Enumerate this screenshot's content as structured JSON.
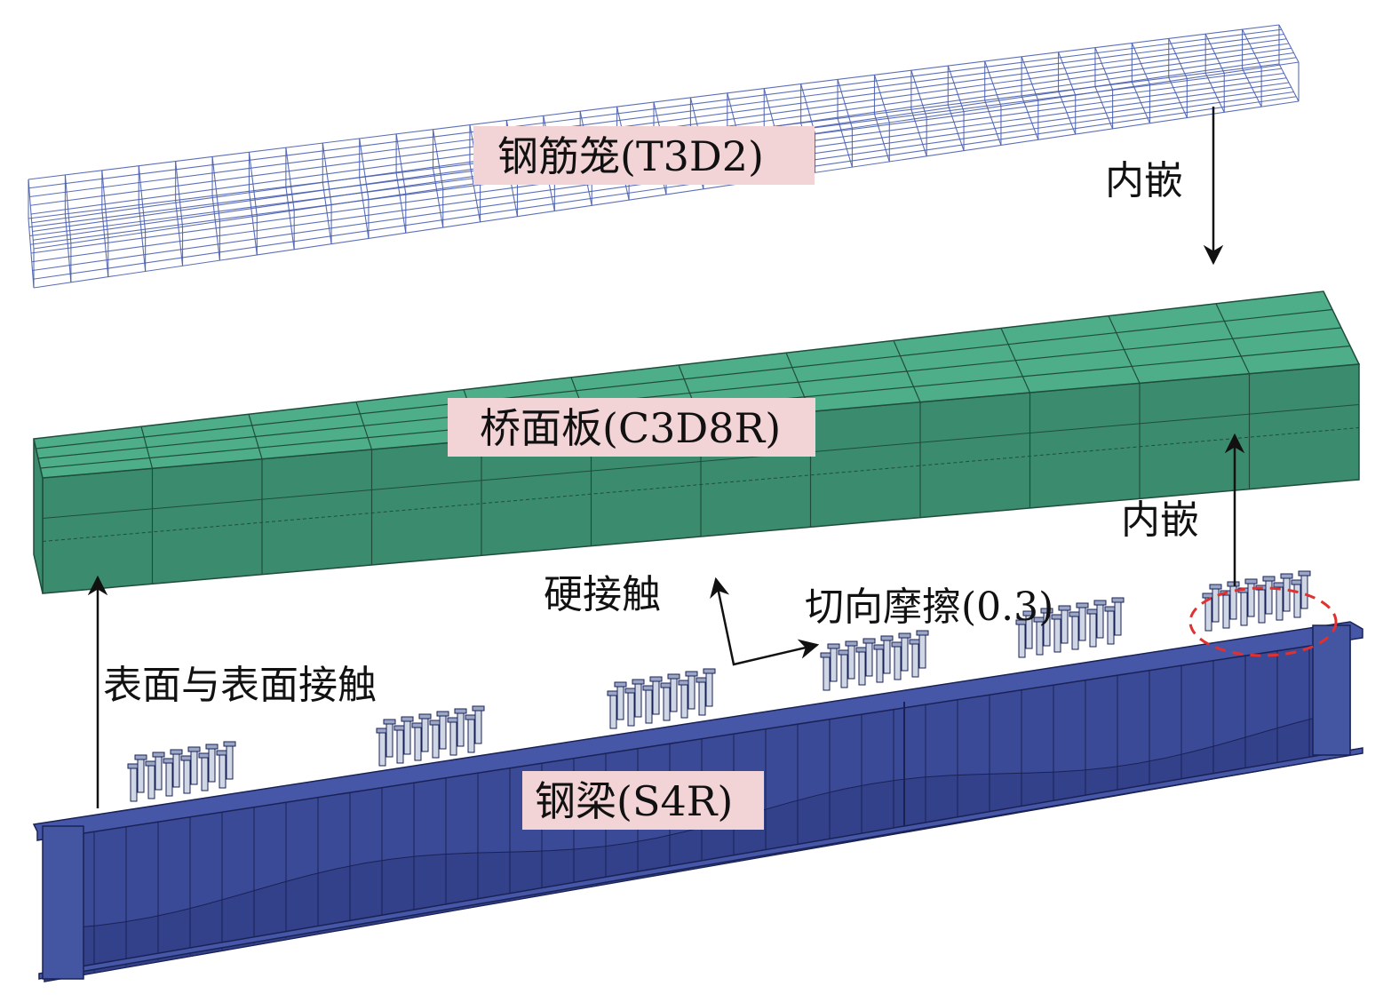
{
  "labels": {
    "rebar_cage": "钢筋笼(T3D2)",
    "deck_slab": "桥面板(C3D8R)",
    "steel_beam": "钢梁(S4R)"
  },
  "annotations": {
    "embed_top": "内嵌",
    "embed_bottom": "内嵌",
    "hard_contact": "硬接触",
    "tangential_friction": "切向摩擦(0.3)",
    "surface_contact": "表面与表面接触"
  },
  "colors": {
    "rebar": "#4a5fb0",
    "slab_top": "#4fae8a",
    "slab_side": "#3b8c6e",
    "slab_edge": "#1f4d3c",
    "beam_web": "#3a4a96",
    "beam_flange": "#4657a8",
    "beam_edge": "#1a2255",
    "stud": "#cfd6e6",
    "label_bg": "#f2d3d6",
    "highlight": "#e03030",
    "arrow": "#111111"
  }
}
